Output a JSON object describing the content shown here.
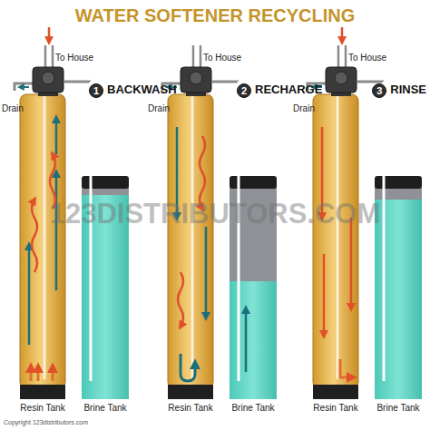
{
  "diagram": {
    "title": "WATER SOFTENER RECYCLING",
    "nodes": [
      {
        "text": [
          "1",
          "BACKWASH"
        ]
      },
      {
        "text": [
          "2",
          "RECHARGE"
        ]
      },
      {
        "text": [
          "3",
          "RINSE"
        ]
      }
    ],
    "labels": [
      "To House",
      "Drain",
      "To House",
      "Drain",
      "To House",
      "Drain",
      "Resin Tank",
      "Brine Tank",
      "Resin Tank",
      "Brine Tank",
      "Resin Tank",
      "Brine Tank",
      "123DISTRIBUTORS.COM",
      "Copyright 123distributors.com"
    ]
  }
}
